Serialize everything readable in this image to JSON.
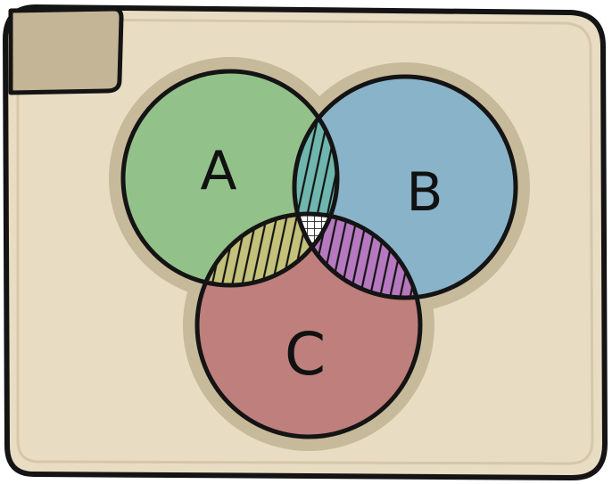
{
  "diagram": {
    "type": "venn",
    "sets": [
      {
        "id": "A",
        "label": "A",
        "color": "#93c18a"
      },
      {
        "id": "B",
        "label": "B",
        "color": "#89b3c9"
      },
      {
        "id": "C",
        "label": "C",
        "color": "#bf7f7d"
      }
    ],
    "intersections": [
      {
        "sets": [
          "A",
          "B"
        ],
        "color": "#6fb7ae",
        "pattern": "hatched"
      },
      {
        "sets": [
          "A",
          "C"
        ],
        "color": "#c4c27a",
        "pattern": "hatched"
      },
      {
        "sets": [
          "B",
          "C"
        ],
        "color": "#b679c0",
        "pattern": "hatched"
      },
      {
        "sets": [
          "A",
          "B",
          "C"
        ],
        "color": "#ffffff",
        "pattern": "crosshatched"
      }
    ]
  },
  "colors": {
    "card_fill": "#e8dcc3",
    "tab_fill": "#c4b597",
    "halo": "#c7ba9a",
    "outline": "#141414"
  }
}
